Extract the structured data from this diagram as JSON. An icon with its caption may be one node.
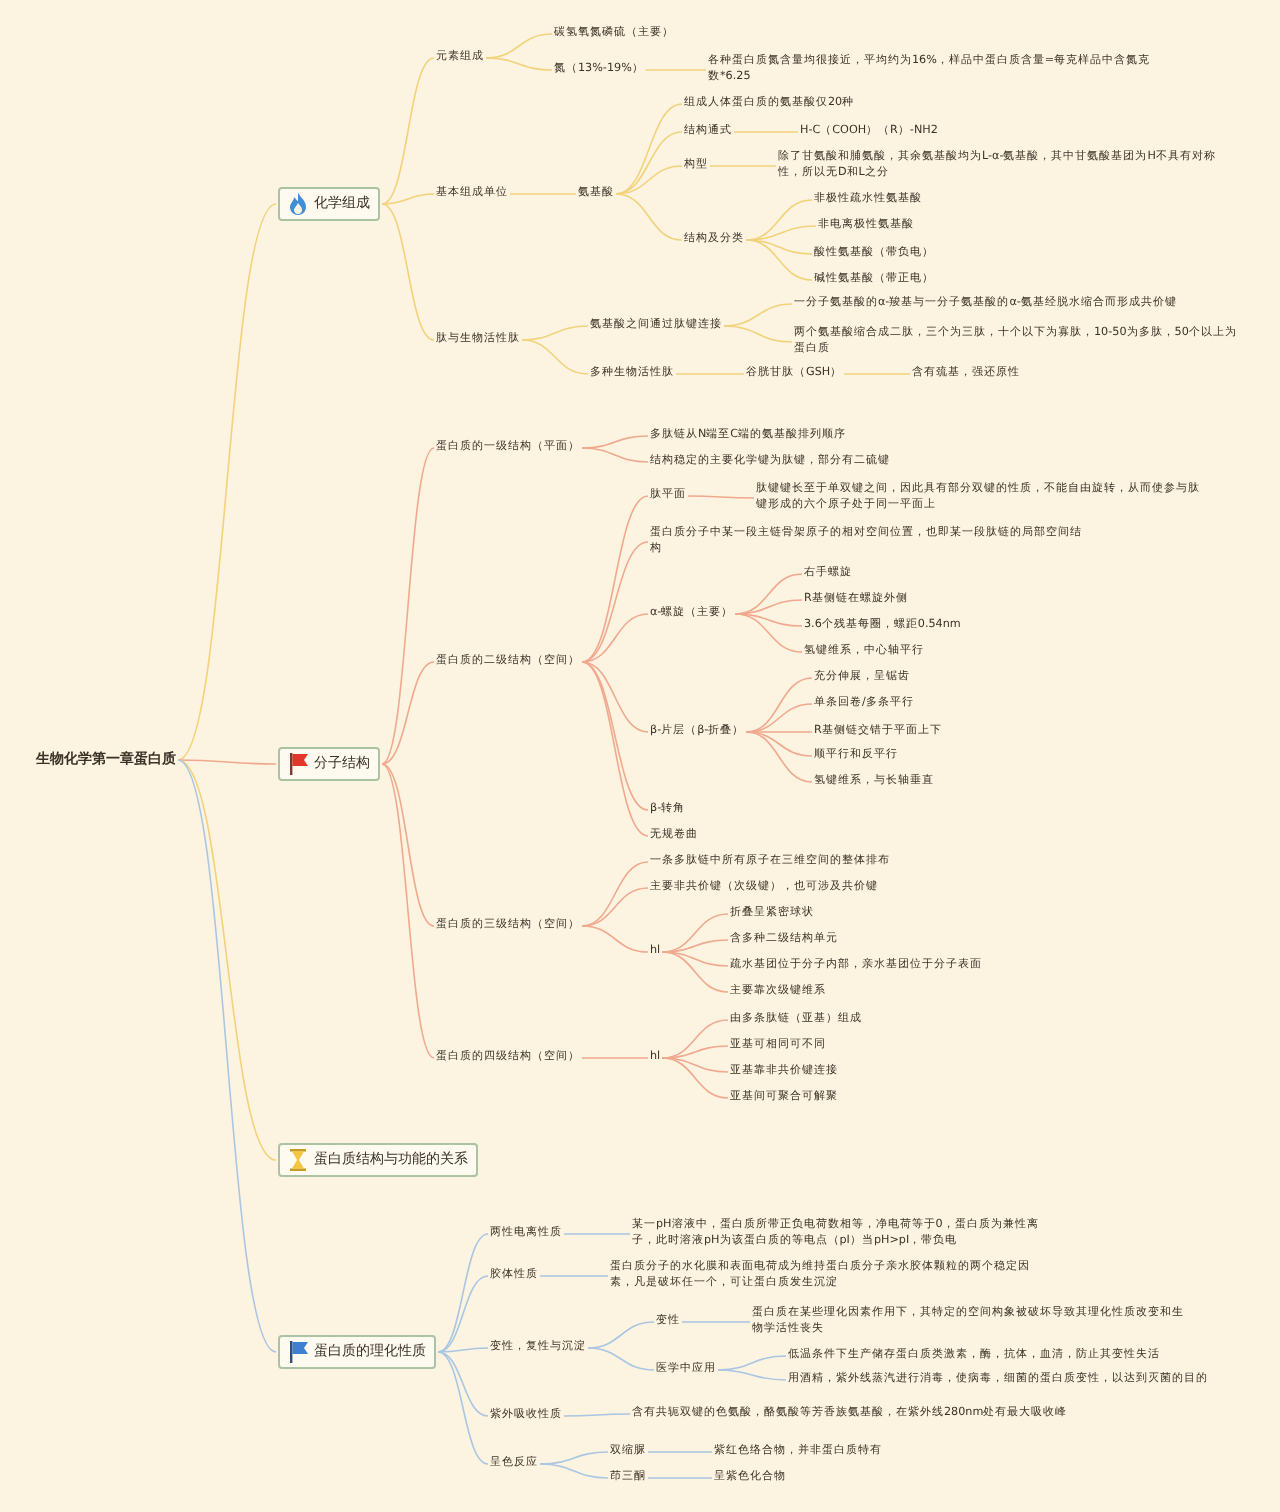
{
  "diagram": {
    "nodes": [
      {
        "text": [
          "生物化学第一章蛋白质"
        ]
      },
      {
        "text": [
          "化学组成"
        ]
      },
      {
        "text": [
          "元素组成"
        ]
      },
      {
        "text": [
          "碳氢氧氮磷硫（主要）"
        ]
      },
      {
        "text": [
          "氮（13%-19%）"
        ]
      },
      {
        "text": [
          "各种蛋白质氮含量均很接近，平均约为16%，样品中蛋白质含量=每克样品中含氮克数*6.25"
        ]
      },
      {
        "text": [
          "基本组成单位"
        ]
      },
      {
        "text": [
          "氨基酸"
        ]
      },
      {
        "text": [
          "组成人体蛋白质的氨基酸仅20种"
        ]
      },
      {
        "text": [
          "结构通式"
        ]
      },
      {
        "text": [
          "H-C（COOH）（R）-NH2"
        ]
      },
      {
        "text": [
          "构型"
        ]
      },
      {
        "text": [
          "除了甘氨酸和脯氨酸，其余氨基酸均为L-α-氨基酸，其中甘氨酸基团为H不具有对称性，所以无D和L之分"
        ]
      },
      {
        "text": [
          "结构及分类"
        ]
      },
      {
        "text": [
          "非极性疏水性氨基酸"
        ]
      },
      {
        "text": [
          "非电离极性氨基酸"
        ]
      },
      {
        "text": [
          "酸性氨基酸（带负电）"
        ]
      },
      {
        "text": [
          "碱性氨基酸（带正电）"
        ]
      },
      {
        "text": [
          "肽与生物活性肽"
        ]
      },
      {
        "text": [
          "氨基酸之间通过肽键连接"
        ]
      },
      {
        "text": [
          "一分子氨基酸的α-羧基与一分子氨基酸的α-氨基经脱水缩合而形成共价键"
        ]
      },
      {
        "text": [
          "两个氨基酸缩合成二肽，三个为三肽，十个以下为寡肽，10-50为多肽，50个以上为蛋白质"
        ]
      },
      {
        "text": [
          "多种生物活性肽"
        ]
      },
      {
        "text": [
          "谷胱甘肽（GSH）"
        ]
      },
      {
        "text": [
          "含有巯基，强还原性"
        ]
      },
      {
        "text": [
          "分子结构"
        ]
      },
      {
        "text": [
          "蛋白质的一级结构（平面）"
        ]
      },
      {
        "text": [
          "多肽链从N端至C端的氨基酸排列顺序"
        ]
      },
      {
        "text": [
          "结构稳定的主要化学键为肽键，部分有二硫键"
        ]
      },
      {
        "text": [
          "蛋白质的二级结构（空间）"
        ]
      },
      {
        "text": [
          "肽平面"
        ]
      },
      {
        "text": [
          "肽键键长至于单双键之间，因此具有部分双键的性质，不能自由旋转，从而使参与肽键形成的六个原子处于同一平面上"
        ]
      },
      {
        "text": [
          "蛋白质分子中某一段主链骨架原子的相对空间位置，也即某一段肽链的局部空间结构"
        ]
      },
      {
        "text": [
          "α-螺旋（主要）"
        ]
      },
      {
        "text": [
          "右手螺旋"
        ]
      },
      {
        "text": [
          "R基侧链在螺旋外侧"
        ]
      },
      {
        "text": [
          "3.6个残基每圈，螺距0.54nm"
        ]
      },
      {
        "text": [
          "氢键维系，中心轴平行"
        ]
      },
      {
        "text": [
          "β-片层（β-折叠）"
        ]
      },
      {
        "text": [
          "充分伸展，呈锯齿"
        ]
      },
      {
        "text": [
          "单条回卷/多条平行"
        ]
      },
      {
        "text": [
          "R基侧链交错于平面上下"
        ]
      },
      {
        "text": [
          "顺平行和反平行"
        ]
      },
      {
        "text": [
          "氢键维系，与长轴垂直"
        ]
      },
      {
        "text": [
          "β-转角"
        ]
      },
      {
        "text": [
          "无规卷曲"
        ]
      },
      {
        "text": [
          "蛋白质的三级结构（空间）"
        ]
      },
      {
        "text": [
          "一条多肽链中所有原子在三维空间的整体排布"
        ]
      },
      {
        "text": [
          "主要非共价键（次级键），也可涉及共价键"
        ]
      },
      {
        "text": [
          "hl"
        ]
      },
      {
        "text": [
          "折叠呈紧密球状"
        ]
      },
      {
        "text": [
          "含多种二级结构单元"
        ]
      },
      {
        "text": [
          "疏水基团位于分子内部，亲水基团位于分子表面"
        ]
      },
      {
        "text": [
          "主要靠次级键维系"
        ]
      },
      {
        "text": [
          "蛋白质的四级结构（空间）"
        ]
      },
      {
        "text": [
          "hl"
        ]
      },
      {
        "text": [
          "由多条肽链（亚基）组成"
        ]
      },
      {
        "text": [
          "亚基可相同可不同"
        ]
      },
      {
        "text": [
          "亚基靠非共价键连接"
        ]
      },
      {
        "text": [
          "亚基间可聚合可解聚"
        ]
      },
      {
        "text": [
          "蛋白质结构与功能的关系"
        ]
      },
      {
        "text": [
          "蛋白质的理化性质"
        ]
      },
      {
        "text": [
          "两性电离性质"
        ]
      },
      {
        "text": [
          "某一pH溶液中，蛋白质所带正负电荷数相等，净电荷等于0，蛋白质为兼性离子，此时溶液pH为该蛋白质的等电点（pI）当pH>pI，带负电"
        ]
      },
      {
        "text": [
          "胶体性质"
        ]
      },
      {
        "text": [
          "蛋白质分子的水化膜和表面电荷成为维持蛋白质分子亲水胶体颗粒的两个稳定因素，凡是破坏任一个，可让蛋白质发生沉淀"
        ]
      },
      {
        "text": [
          "变性，复性与沉淀"
        ]
      },
      {
        "text": [
          "变性"
        ]
      },
      {
        "text": [
          "蛋白质在某些理化因素作用下，其特定的空间构象被破坏导致其理化性质改变和生物学活性丧失"
        ]
      },
      {
        "text": [
          "医学中应用"
        ]
      },
      {
        "text": [
          "低温条件下生产储存蛋白质类激素，酶，抗体，血清，防止其变性失活"
        ]
      },
      {
        "text": [
          "用酒精，紫外线蒸汽进行消毒，使病毒，细菌的蛋白质变性，以达到灭菌的目的"
        ]
      },
      {
        "text": [
          "紫外吸收性质"
        ]
      },
      {
        "text": [
          "含有共轭双键的色氨酸，酪氨酸等芳香族氨基酸，在紫外线280nm处有最大吸收峰"
        ]
      },
      {
        "text": [
          "呈色反应"
        ]
      },
      {
        "text": [
          "双缩脲"
        ]
      },
      {
        "text": [
          "紫红色络合物，并非蛋白质特有"
        ]
      },
      {
        "text": [
          "茚三酮"
        ]
      },
      {
        "text": [
          "呈紫色化合物"
        ]
      }
    ],
    "edges": [
      {
        "from": 0,
        "to": 1,
        "arrow": "none",
        "color": "#f2d27a"
      },
      {
        "from": 1,
        "to": 2,
        "arrow": "none",
        "color": "#f2d27a"
      },
      {
        "from": 2,
        "to": 3,
        "arrow": "none",
        "color": "#f2d27a"
      },
      {
        "from": 2,
        "to": 4,
        "arrow": "none",
        "color": "#f2d27a"
      },
      {
        "from": 4,
        "to": 5,
        "arrow": "none",
        "color": "#f2d27a"
      },
      {
        "from": 1,
        "to": 6,
        "arrow": "none",
        "color": "#f2d27a"
      },
      {
        "from": 6,
        "to": 7,
        "arrow": "none",
        "color": "#f2d27a"
      },
      {
        "from": 7,
        "to": 8,
        "arrow": "none",
        "color": "#f2d27a"
      },
      {
        "from": 7,
        "to": 9,
        "arrow": "none",
        "color": "#f2d27a"
      },
      {
        "from": 9,
        "to": 10,
        "arrow": "none",
        "color": "#f2d27a"
      },
      {
        "from": 7,
        "to": 11,
        "arrow": "none",
        "color": "#f2d27a"
      },
      {
        "from": 11,
        "to": 12,
        "arrow": "none",
        "color": "#f2d27a"
      },
      {
        "from": 7,
        "to": 13,
        "arrow": "none",
        "color": "#f2d27a"
      },
      {
        "from": 13,
        "to": 14,
        "arrow": "none",
        "color": "#f2d27a"
      },
      {
        "from": 13,
        "to": 15,
        "arrow": "none",
        "color": "#f2d27a"
      },
      {
        "from": 13,
        "to": 16,
        "arrow": "none",
        "color": "#f2d27a"
      },
      {
        "from": 13,
        "to": 17,
        "arrow": "none",
        "color": "#f2d27a"
      },
      {
        "from": 1,
        "to": 18,
        "arrow": "none",
        "color": "#f2d27a"
      },
      {
        "from": 18,
        "to": 19,
        "arrow": "none",
        "color": "#f2d27a"
      },
      {
        "from": 19,
        "to": 20,
        "arrow": "none",
        "color": "#f2d27a"
      },
      {
        "from": 19,
        "to": 21,
        "arrow": "none",
        "color": "#f2d27a"
      },
      {
        "from": 18,
        "to": 22,
        "arrow": "none",
        "color": "#f2d27a"
      },
      {
        "from": 22,
        "to": 23,
        "arrow": "none",
        "color": "#f2d27a"
      },
      {
        "from": 23,
        "to": 24,
        "arrow": "none",
        "color": "#f2d27a"
      },
      {
        "from": 0,
        "to": 25,
        "arrow": "none"
      },
      {
        "from": 25,
        "to": 26,
        "arrow": "none"
      },
      {
        "from": 26,
        "to": 27,
        "arrow": "none"
      },
      {
        "from": 26,
        "to": 28,
        "arrow": "none"
      },
      {
        "from": 25,
        "to": 29,
        "arrow": "none"
      },
      {
        "from": 29,
        "to": 30,
        "arrow": "none"
      },
      {
        "from": 30,
        "to": 31,
        "arrow": "none"
      },
      {
        "from": 29,
        "to": 32,
        "arrow": "none"
      },
      {
        "from": 29,
        "to": 33,
        "arrow": "none"
      },
      {
        "from": 33,
        "to": 34,
        "arrow": "none"
      },
      {
        "from": 33,
        "to": 35,
        "arrow": "none"
      },
      {
        "from": 33,
        "to": 36,
        "arrow": "none"
      },
      {
        "from": 33,
        "to": 37,
        "arrow": "none"
      },
      {
        "from": 29,
        "to": 38,
        "arrow": "none"
      },
      {
        "from": 38,
        "to": 39,
        "arrow": "none"
      },
      {
        "from": 38,
        "to": 40,
        "arrow": "none"
      },
      {
        "from": 38,
        "to": 41,
        "arrow": "none"
      },
      {
        "from": 38,
        "to": 42,
        "arrow": "none"
      },
      {
        "from": 38,
        "to": 43,
        "arrow": "none"
      },
      {
        "from": 29,
        "to": 44,
        "arrow": "none"
      },
      {
        "from": 29,
        "to": 45,
        "arrow": "none"
      },
      {
        "from": 25,
        "to": 46,
        "arrow": "none"
      },
      {
        "from": 46,
        "to": 47,
        "arrow": "none"
      },
      {
        "from": 46,
        "to": 48,
        "arrow": "none"
      },
      {
        "from": 46,
        "to": 49,
        "arrow": "none"
      },
      {
        "from": 49,
        "to": 50,
        "arrow": "none"
      },
      {
        "from": 49,
        "to": 51,
        "arrow": "none"
      },
      {
        "from": 49,
        "to": 52,
        "arrow": "none"
      },
      {
        "from": 49,
        "to": 53,
        "arrow": "none"
      },
      {
        "from": 25,
        "to": 54,
        "arrow": "none"
      },
      {
        "from": 54,
        "to": 55,
        "arrow": "none"
      },
      {
        "from": 55,
        "to": 56,
        "arrow": "none"
      },
      {
        "from": 55,
        "to": 57,
        "arrow": "none"
      },
      {
        "from": 55,
        "to": 58,
        "arrow": "none"
      },
      {
        "from": 55,
        "to": 59,
        "arrow": "none"
      },
      {
        "from": 0,
        "to": 60,
        "arrow": "none",
        "color": "#f2d27a"
      },
      {
        "from": 0,
        "to": 61,
        "arrow": "none",
        "color": "#a9c6e2"
      },
      {
        "from": 61,
        "to": 62,
        "arrow": "none",
        "color": "#a9c6e2"
      },
      {
        "from": 62,
        "to": 63,
        "arrow": "none",
        "color": "#a9c6e2"
      },
      {
        "from": 61,
        "to": 64,
        "arrow": "none",
        "color": "#a9c6e2"
      },
      {
        "from": 64,
        "to": 65,
        "arrow": "none",
        "color": "#a9c6e2"
      },
      {
        "from": 61,
        "to": 66,
        "arrow": "none",
        "color": "#a9c6e2"
      },
      {
        "from": 66,
        "to": 67,
        "arrow": "none",
        "color": "#a9c6e2"
      },
      {
        "from": 67,
        "to": 68,
        "arrow": "none",
        "color": "#a9c6e2"
      },
      {
        "from": 66,
        "to": 69,
        "arrow": "none",
        "color": "#a9c6e2"
      },
      {
        "from": 69,
        "to": 70,
        "arrow": "none",
        "color": "#a9c6e2"
      },
      {
        "from": 69,
        "to": 71,
        "arrow": "none",
        "color": "#a9c6e2"
      },
      {
        "from": 61,
        "to": 72,
        "arrow": "none",
        "color": "#a9c6e2"
      },
      {
        "from": 72,
        "to": 73,
        "arrow": "none",
        "color": "#a9c6e2"
      },
      {
        "from": 61,
        "to": 74,
        "arrow": "none",
        "color": "#a9c6e2"
      },
      {
        "from": 74,
        "to": 75,
        "arrow": "none",
        "color": "#a9c6e2"
      },
      {
        "from": 75,
        "to": 76,
        "arrow": "none",
        "color": "#a9c6e2"
      },
      {
        "from": 74,
        "to": 77,
        "arrow": "none",
        "color": "#a9c6e2"
      },
      {
        "from": 77,
        "to": 78,
        "arrow": "none",
        "color": "#a9c6e2"
      }
    ]
  }
}
